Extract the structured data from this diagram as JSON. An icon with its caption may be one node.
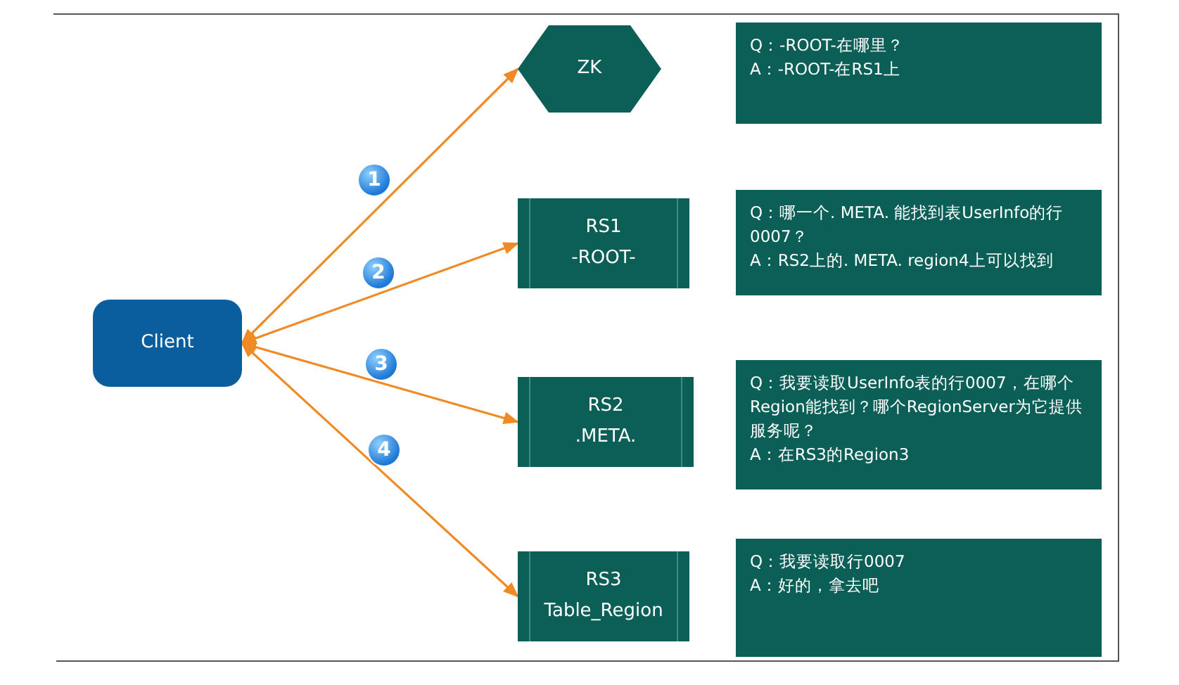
{
  "diagram": {
    "nodes": [
      {
        "text": [
          "Client"
        ]
      },
      {
        "text": [
          "ZK"
        ]
      },
      {
        "text": [
          "RS1",
          "-ROOT-"
        ]
      },
      {
        "text": [
          "RS2",
          ".META."
        ]
      },
      {
        "text": [
          "RS3",
          "Table_Region"
        ]
      },
      {
        "text": [
          "Q：-ROOT-在哪里？",
          "A：-ROOT-在RS1上"
        ]
      },
      {
        "text": [
          "Q：哪一个. META. 能找到表UserInfo的行0007？",
          "A：RS2上的. META.  region4上可以找到"
        ]
      },
      {
        "text": [
          "Q：我要读取UserInfo表的行0007，在哪个Region能找到？哪个RegionServer为它提供服务呢？",
          "A：在RS3的Region3"
        ]
      },
      {
        "text": [
          "Q：我要读取行0007",
          "A：好的，拿去吧"
        ]
      }
    ],
    "edges": [
      {
        "from": 0,
        "to": 1,
        "arrow": "both",
        "label": "1"
      },
      {
        "from": 0,
        "to": 2,
        "arrow": "both",
        "label": "2"
      },
      {
        "from": 0,
        "to": 3,
        "arrow": "both",
        "label": "3"
      },
      {
        "from": 0,
        "to": 4,
        "arrow": "both",
        "label": "4"
      }
    ]
  }
}
